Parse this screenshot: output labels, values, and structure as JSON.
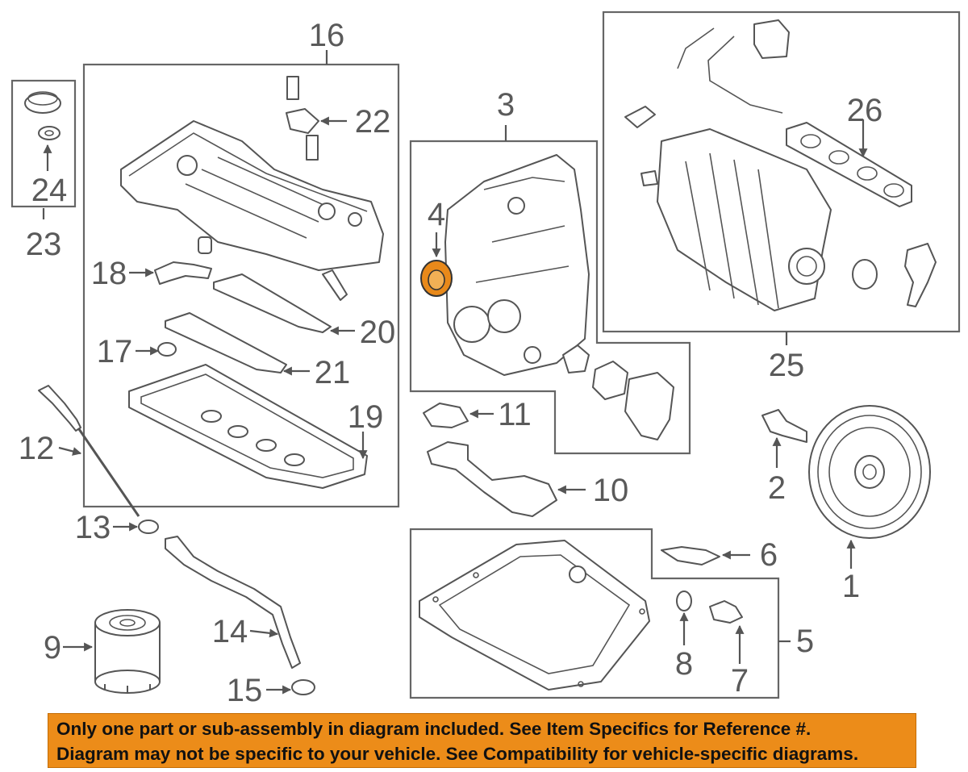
{
  "callouts": {
    "c1": "1",
    "c2": "2",
    "c3": "3",
    "c4": "4",
    "c5": "5",
    "c6": "6",
    "c7": "7",
    "c8": "8",
    "c9": "9",
    "c10": "10",
    "c11": "11",
    "c12": "12",
    "c13": "13",
    "c14": "14",
    "c15": "15",
    "c16": "16",
    "c17": "17",
    "c18": "18",
    "c19": "19",
    "c20": "20",
    "c21": "21",
    "c22": "22",
    "c23": "23",
    "c24": "24",
    "c25": "25",
    "c26": "26"
  },
  "highlight": {
    "part": "4",
    "color": "#e8891a"
  },
  "notice": {
    "line1": "Only one part or sub-assembly in diagram included. See Item Specifics for Reference #.",
    "line2": "Diagram may not be specific to your vehicle. See Compatibility for vehicle-specific diagrams.",
    "background": "#ec8c19"
  }
}
